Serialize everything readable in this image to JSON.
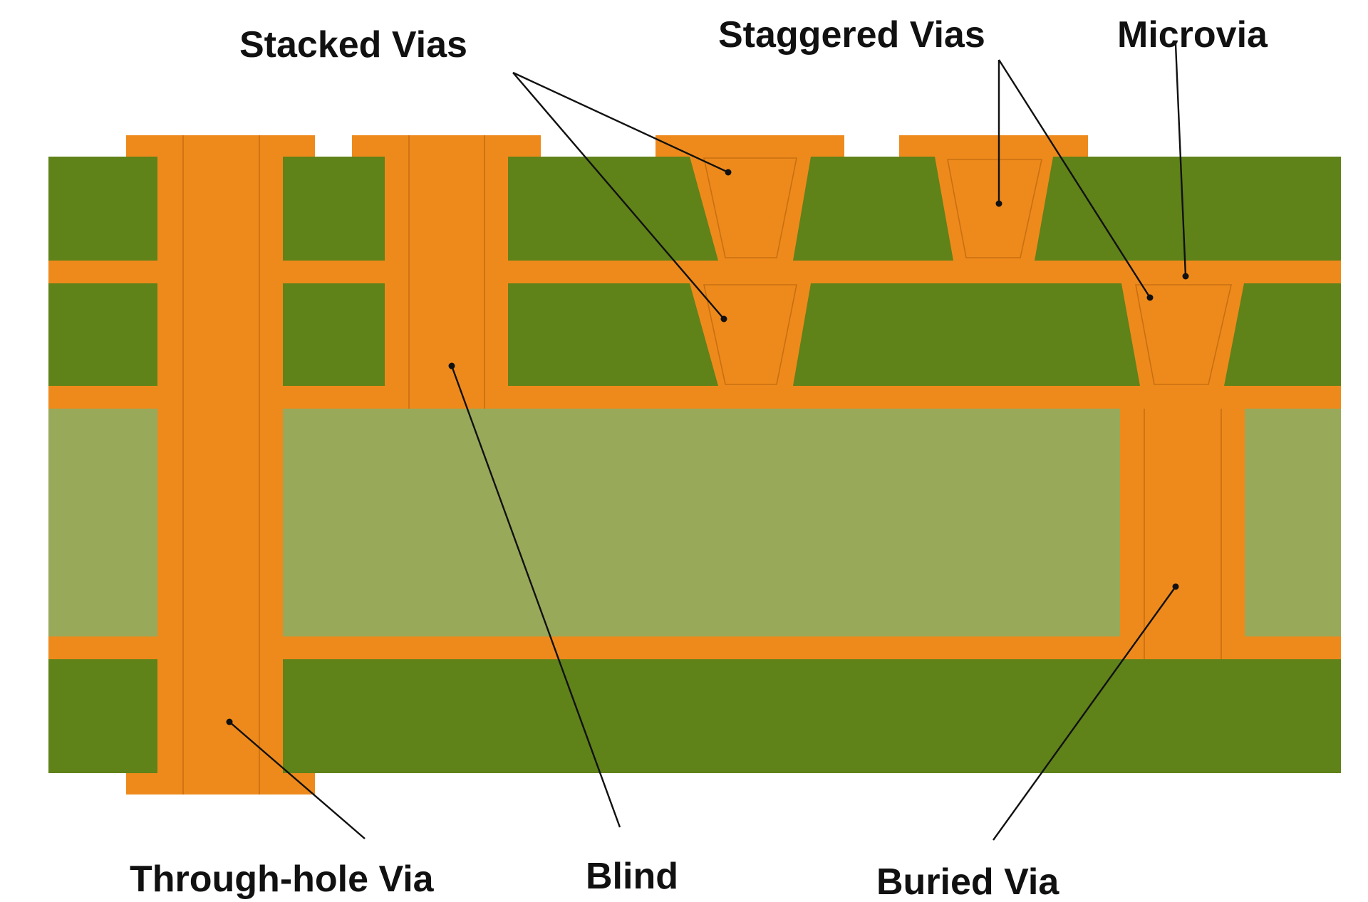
{
  "labels": {
    "stacked_vias": "Stacked Vias",
    "staggered_vias": "Staggered Vias",
    "microvia": "Microvia",
    "through_hole_via": "Through-hole Via",
    "blind": "Blind",
    "buried_via": "Buried Via"
  },
  "colors": {
    "copper": "#EE8A1C",
    "copper_edge": "#C96F10",
    "prepreg": "#5F8219",
    "core": "#98A95A",
    "leader": "#111111"
  }
}
